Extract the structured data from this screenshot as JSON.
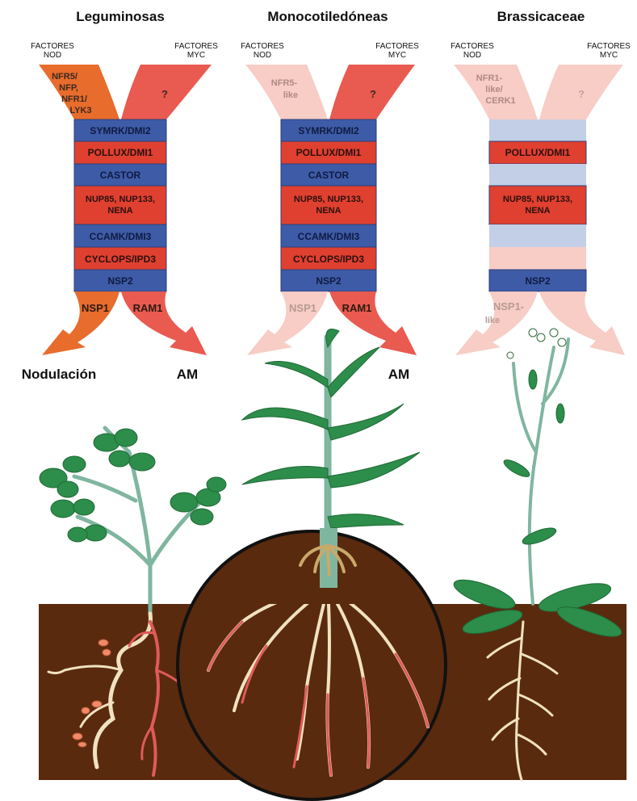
{
  "columns": {
    "leg": {
      "title": "Leguminosas",
      "nod_label": [
        "FACTORES",
        "NOD"
      ],
      "myc_label": [
        "FACTORES",
        "MYC"
      ],
      "nod_receptor": [
        "NFR5/",
        "NFP,",
        "NFR1/",
        "LYK3"
      ],
      "myc_receptor": "?",
      "genes": [
        "SYMRK/DMI2",
        "POLLUX/DMI1",
        "CASTOR",
        "NUP85, NUP133,",
        "NENA",
        "CCAMK/DMI3",
        "CYCLOPS/IPD3",
        "NSP2"
      ],
      "out_left": "NSP1",
      "out_right": "RAM1",
      "outcome_left": "Nodulación",
      "outcome_right": "AM"
    },
    "mono": {
      "title": "Monocotiledóneas",
      "nod_label": [
        "FACTORES",
        "NOD"
      ],
      "myc_label": [
        "FACTORES",
        "MYC"
      ],
      "nod_receptor": [
        "NFR5-",
        "like"
      ],
      "myc_receptor": "?",
      "genes": [
        "SYMRK/DMI2",
        "POLLUX/DMI1",
        "CASTOR",
        "NUP85, NUP133,",
        "NENA",
        "CCAMK/DMI3",
        "CYCLOPS/IPD3",
        "NSP2"
      ],
      "out_left": "NSP1",
      "out_right": "RAM1",
      "outcome_right": "AM"
    },
    "bras": {
      "title": "Brassicaceae",
      "nod_label": [
        "FACTORES",
        "NOD"
      ],
      "myc_label": [
        "FACTORES",
        "MYC"
      ],
      "nod_receptor": [
        "NFR1-",
        "like/",
        "CERK1"
      ],
      "myc_receptor": "?",
      "genes": [
        "POLLUX/DMI1",
        "NUP85, NUP133,",
        "NENA",
        "NSP2"
      ],
      "out_left": [
        "NSP1-",
        "like"
      ]
    }
  },
  "colors": {
    "blue": "#3e5ba8",
    "red": "#e0402f",
    "orange": "#e86c2b",
    "salmon": "#e95a50",
    "pale_pink": "#f7cdc5",
    "pale_blue": "#c3cfe6",
    "soil": "#5a2a0e",
    "leaf": "#2d8d4a",
    "stem": "#7fb6a0",
    "root": "#f0e2c0",
    "root_am": "#e05a5a"
  }
}
